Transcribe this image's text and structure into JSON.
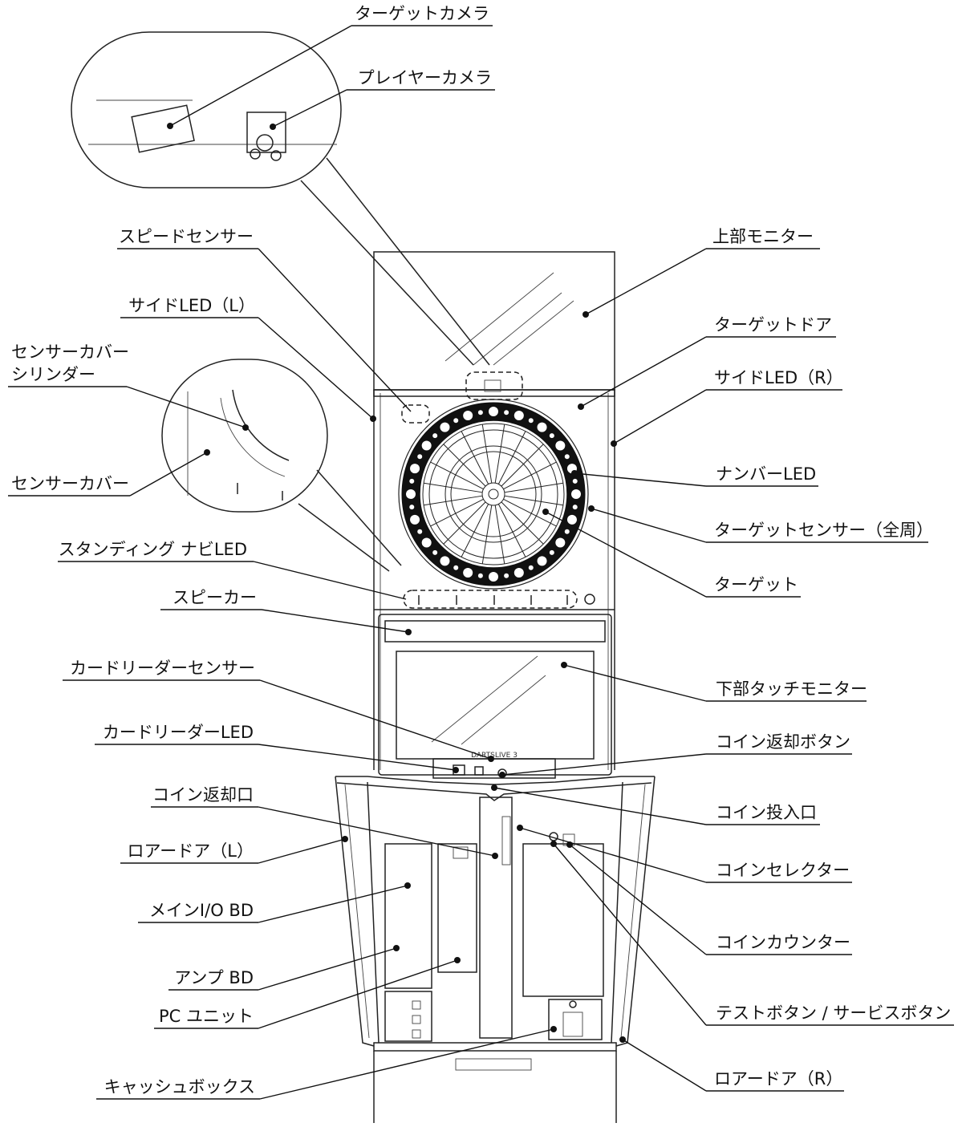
{
  "labels": {
    "target_camera": "ターゲットカメラ",
    "player_camera": "プレイヤーカメラ",
    "speed_sensor": "スピードセンサー",
    "upper_monitor": "上部モニター",
    "side_led_l": "サイドLED（L）",
    "target_door": "ターゲットドア",
    "sensor_cover_cylinder_line1": "センサーカバー",
    "sensor_cover_cylinder_line2": "シリンダー",
    "side_led_r": "サイドLED（R）",
    "sensor_cover": "センサーカバー",
    "number_led": "ナンバーLED",
    "target_sensor_full": "ターゲットセンサー（全周）",
    "standing_navi_led": "スタンディング ナビLED",
    "target": "ターゲット",
    "speaker": "スピーカー",
    "card_reader_sensor": "カードリーダーセンサー",
    "lower_touch_monitor": "下部タッチモニター",
    "card_reader_led": "カードリーダーLED",
    "coin_return_button": "コイン返却ボタン",
    "coin_return_slot": "コイン返却口",
    "coin_slot": "コイン投入口",
    "lower_door_l": "ロアードア（L）",
    "coin_selector": "コインセレクター",
    "main_io_bd": "メインI/O BD",
    "coin_counter": "コインカウンター",
    "amp_bd": "アンプ BD",
    "test_service_button": "テストボタン / サービスボタン",
    "pc_unit": "PC ユニット",
    "cash_box": "キャッシュボックス",
    "lower_door_r": "ロアードア（R）"
  },
  "machine_logo": "DARTSLIVE 3"
}
